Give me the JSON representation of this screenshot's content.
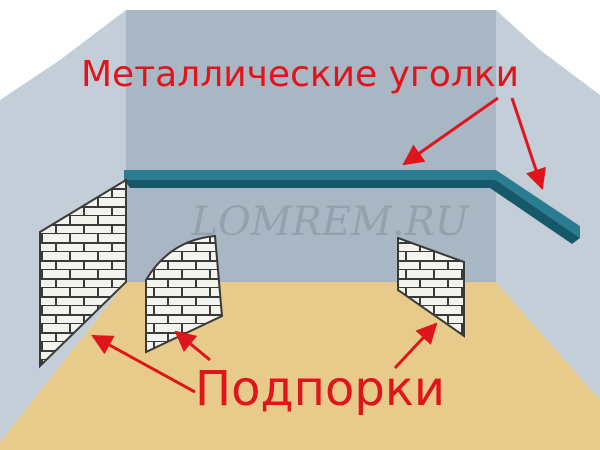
{
  "labels": {
    "top": "Металлические уголки",
    "bottom": "Подпорки"
  },
  "watermark": "LOMREM.RU",
  "colors": {
    "back_wall": "#a9b6c3",
    "side_wall": "#c3ced8",
    "floor": "#e8cb8a",
    "angle": "#2a7d90",
    "angle_dark": "#16586a",
    "brick": "#f4f4ee",
    "mortar": "#3a3a3a",
    "label": "#e0141b",
    "watermark": "#8d99a6"
  }
}
